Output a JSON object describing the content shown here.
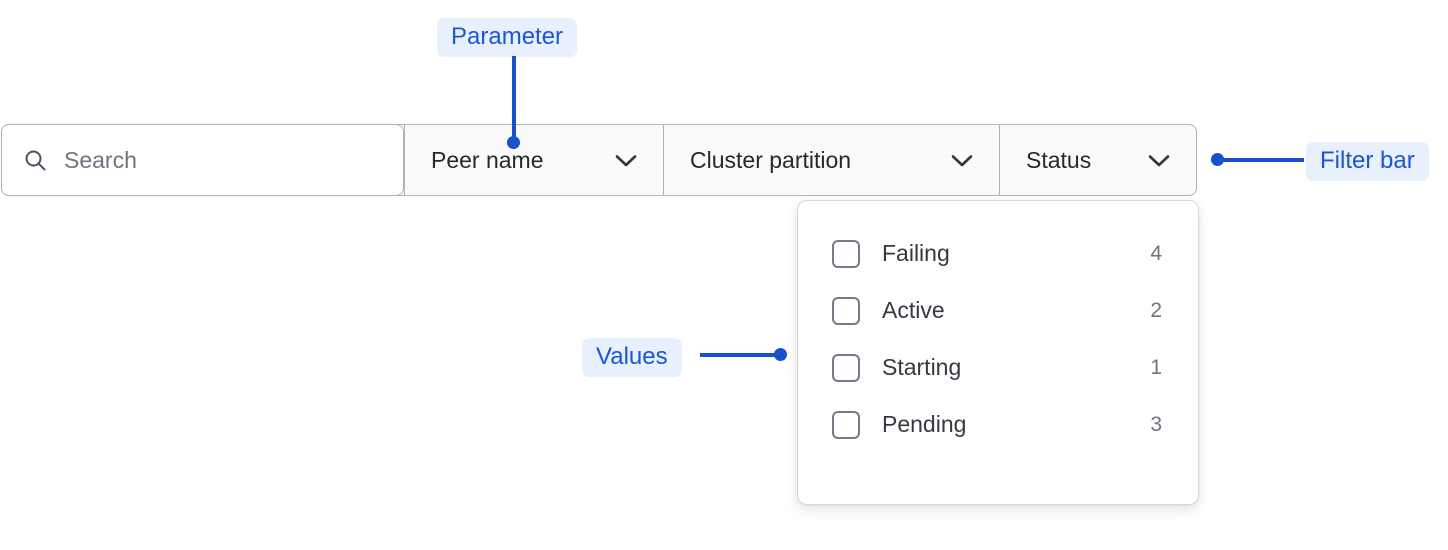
{
  "filter_bar": {
    "search": {
      "icon": "search-icon",
      "placeholder": "Search",
      "value": ""
    },
    "dropdowns": [
      {
        "label": "Peer name",
        "icon": "chevron-down-icon"
      },
      {
        "label": "Cluster partition",
        "icon": "chevron-down-icon"
      },
      {
        "label": "Status",
        "icon": "chevron-down-icon"
      }
    ]
  },
  "status_dropdown": {
    "options": [
      {
        "label": "Failing",
        "count": "4",
        "checked": false
      },
      {
        "label": "Active",
        "count": "2",
        "checked": false
      },
      {
        "label": "Starting",
        "count": "1",
        "checked": false
      },
      {
        "label": "Pending",
        "count": "3",
        "checked": false
      }
    ]
  },
  "annotations": {
    "parameter": "Parameter",
    "filter_bar": "Filter bar",
    "values": "Values"
  },
  "colors": {
    "annotation_text": "#1a56d6",
    "annotation_pill_bg": "#e8f0fe",
    "annotation_line": "#1552cc",
    "bar_border": "#adb2bd",
    "bar_bg": "#fafafa",
    "label_text": "#24292f",
    "placeholder_text": "#6e7580",
    "count_text": "#6c757d",
    "checkbox_border": "#747b86"
  }
}
